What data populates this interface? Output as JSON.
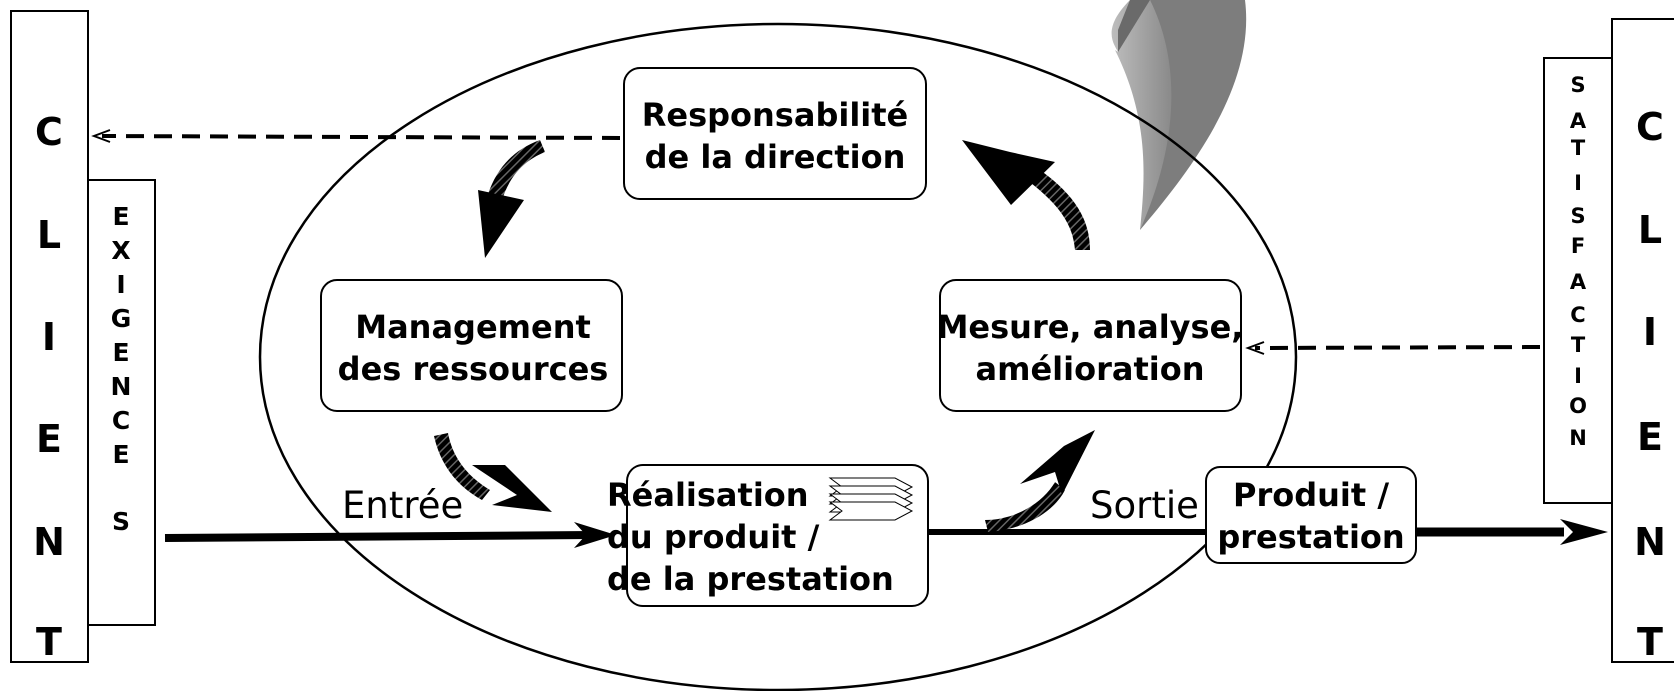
{
  "left_client": {
    "letters": [
      "C",
      "L",
      "I",
      "E",
      "N",
      "T"
    ]
  },
  "right_client": {
    "letters": [
      "C",
      "L",
      "I",
      "E",
      "N",
      "T"
    ]
  },
  "exigences": {
    "letters": [
      "E",
      "X",
      "I",
      "G",
      "E",
      "N",
      "C",
      "E",
      "S"
    ]
  },
  "satisfaction": {
    "letters": [
      "S",
      "A",
      "T",
      "I",
      "S",
      "F",
      "A",
      "C",
      "T",
      "I",
      "O",
      "N"
    ]
  },
  "boxes": {
    "responsabilite": {
      "line1": "Responsabilité",
      "line2": "de la direction"
    },
    "management": {
      "line1": "Management",
      "line2": "des ressources"
    },
    "mesure": {
      "line1": "Mesure, analyse,",
      "line2": "amélioration"
    },
    "realisation": {
      "line1": "Réalisation",
      "line2": "du produit /",
      "line3": "de la prestation"
    },
    "produit": {
      "line1": "Produit /",
      "line2": "prestation"
    }
  },
  "labels": {
    "entree": "Entrée",
    "sortie": "Sortie"
  }
}
